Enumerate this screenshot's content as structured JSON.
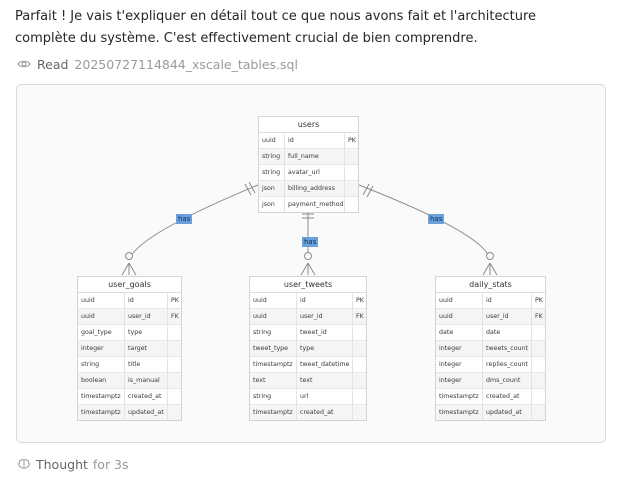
{
  "message": {
    "text": "Parfait ! Je vais t'expliquer en détail tout ce que nous avons fait et l'architecture complète du système. C'est effectivement crucial de bien comprendre."
  },
  "tool_call": {
    "icon": "eye-icon",
    "verb": "Read",
    "file": "20250727114844_xscale_tables.sql"
  },
  "diagram": {
    "users": {
      "title": "users",
      "rows": [
        {
          "type": "uuid",
          "name": "id",
          "key": "PK"
        },
        {
          "type": "string",
          "name": "full_name",
          "key": ""
        },
        {
          "type": "string",
          "name": "avatar_url",
          "key": ""
        },
        {
          "type": "json",
          "name": "billing_address",
          "key": ""
        },
        {
          "type": "json",
          "name": "payment_method",
          "key": ""
        }
      ]
    },
    "user_goals": {
      "title": "user_goals",
      "rows": [
        {
          "type": "uuid",
          "name": "id",
          "key": "PK"
        },
        {
          "type": "uuid",
          "name": "user_id",
          "key": "FK"
        },
        {
          "type": "goal_type",
          "name": "type",
          "key": ""
        },
        {
          "type": "integer",
          "name": "target",
          "key": ""
        },
        {
          "type": "string",
          "name": "title",
          "key": ""
        },
        {
          "type": "boolean",
          "name": "is_manual",
          "key": ""
        },
        {
          "type": "timestamptz",
          "name": "created_at",
          "key": ""
        },
        {
          "type": "timestamptz",
          "name": "updated_at",
          "key": ""
        }
      ]
    },
    "user_tweets": {
      "title": "user_tweets",
      "rows": [
        {
          "type": "uuid",
          "name": "id",
          "key": "PK"
        },
        {
          "type": "uuid",
          "name": "user_id",
          "key": "FK"
        },
        {
          "type": "string",
          "name": "tweet_id",
          "key": ""
        },
        {
          "type": "tweet_type",
          "name": "type",
          "key": ""
        },
        {
          "type": "timestamptz",
          "name": "tweet_datetime",
          "key": ""
        },
        {
          "type": "text",
          "name": "text",
          "key": ""
        },
        {
          "type": "string",
          "name": "url",
          "key": ""
        },
        {
          "type": "timestamptz",
          "name": "created_at",
          "key": ""
        }
      ]
    },
    "daily_stats": {
      "title": "daily_stats",
      "rows": [
        {
          "type": "uuid",
          "name": "id",
          "key": "PK"
        },
        {
          "type": "uuid",
          "name": "user_id",
          "key": "FK"
        },
        {
          "type": "date",
          "name": "date",
          "key": ""
        },
        {
          "type": "integer",
          "name": "tweets_count",
          "key": ""
        },
        {
          "type": "integer",
          "name": "replies_count",
          "key": ""
        },
        {
          "type": "integer",
          "name": "dms_count",
          "key": ""
        },
        {
          "type": "timestamptz",
          "name": "created_at",
          "key": ""
        },
        {
          "type": "timestamptz",
          "name": "updated_at",
          "key": ""
        }
      ]
    },
    "relations": [
      {
        "from": "users",
        "to": "user_goals",
        "label": "has"
      },
      {
        "from": "users",
        "to": "user_tweets",
        "label": "has"
      },
      {
        "from": "users",
        "to": "daily_stats",
        "label": "has"
      }
    ],
    "colors": {
      "label_bg": "#6ca0dc",
      "line": "#8c8c8c"
    }
  },
  "thought": {
    "icon": "brain-icon",
    "label": "Thought",
    "duration": "for 3s"
  }
}
